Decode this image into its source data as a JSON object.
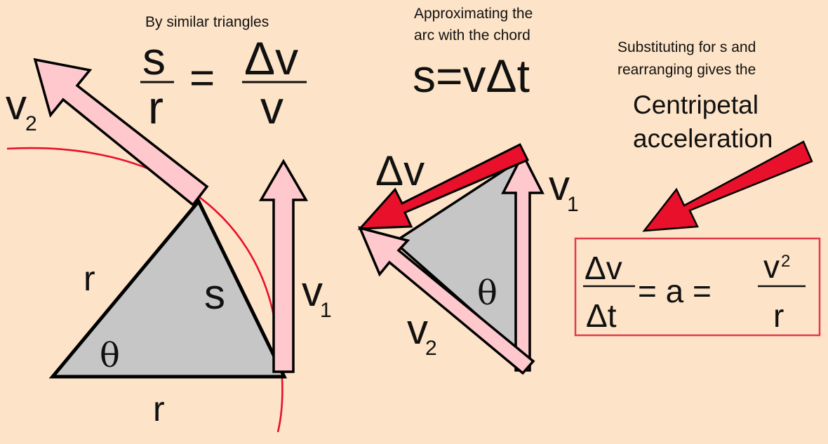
{
  "colors": {
    "background": "#fde3c7",
    "arc": "#e8102a",
    "vector_pink": "#ffc8cc",
    "delta_v_red": "#e8102a",
    "triangle_fill": "#c6c6c6",
    "box_border": "#e23a4a"
  },
  "captions": {
    "similar": "By similar triangles",
    "approx_line1": "Approximating the",
    "approx_line2": "arc with the chord",
    "subst_line1": "Substituting for s and",
    "subst_line2": "rearranging gives the",
    "centripetal_line1": "Centripetal",
    "centripetal_line2": "acceleration"
  },
  "ratio_equation": {
    "left_num": "s",
    "left_den": "r",
    "equals": "=",
    "right_num": "Δv",
    "right_den": "v"
  },
  "chord_equation": "s=vΔt",
  "position_triangle": {
    "side_left": "r",
    "side_bottom": "r",
    "chord": "s",
    "angle": "θ"
  },
  "velocity_triangle": {
    "delta_v": "Δv",
    "angle": "θ"
  },
  "vectors": {
    "v": "v",
    "sub1": "1",
    "sub2": "2"
  },
  "result_equation": {
    "frac1_num": "Δv",
    "frac1_den": "Δt",
    "middle": "= a =",
    "frac2_num": "v",
    "frac2_sup": "2",
    "frac2_den": "r"
  },
  "icons": [
    "arc",
    "arrow-v1",
    "arrow-v2",
    "arrow-delta-v",
    "pointer-arrow"
  ]
}
